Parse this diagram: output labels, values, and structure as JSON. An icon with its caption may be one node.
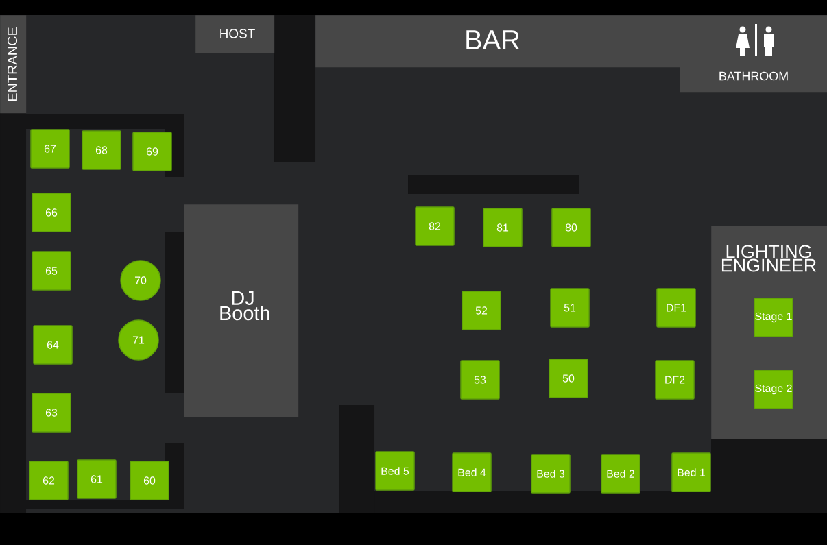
{
  "diagram": {
    "nodes": [
      {
        "text": [
          "ENTRANCE"
        ]
      },
      {
        "text": [
          "HOST"
        ]
      },
      {
        "text": [
          "BAR"
        ]
      },
      {
        "text": [
          "BATHROOM"
        ]
      },
      {
        "text": [
          "DJ Booth"
        ]
      },
      {
        "text": [
          "LIGHTING ENGINEER"
        ]
      },
      {
        "text": [
          "Stage 1"
        ],
        "in": 5
      },
      {
        "text": [
          "Stage 2"
        ],
        "in": 5
      },
      {
        "text": [
          "67"
        ]
      },
      {
        "text": [
          "68"
        ]
      },
      {
        "text": [
          "69"
        ]
      },
      {
        "text": [
          "66"
        ]
      },
      {
        "text": [
          "82"
        ]
      },
      {
        "text": [
          "81"
        ]
      },
      {
        "text": [
          "80"
        ]
      },
      {
        "text": [
          "65"
        ]
      },
      {
        "text": [
          "70"
        ]
      },
      {
        "text": [
          "52"
        ]
      },
      {
        "text": [
          "51"
        ]
      },
      {
        "text": [
          "DF1"
        ]
      },
      {
        "text": [
          "64"
        ]
      },
      {
        "text": [
          "71"
        ]
      },
      {
        "text": [
          "53"
        ]
      },
      {
        "text": [
          "50"
        ]
      },
      {
        "text": [
          "DF2"
        ]
      },
      {
        "text": [
          "63"
        ]
      },
      {
        "text": [
          "Bed 5"
        ]
      },
      {
        "text": [
          "Bed 4"
        ]
      },
      {
        "text": [
          "Bed 3"
        ]
      },
      {
        "text": [
          "Bed 2"
        ]
      },
      {
        "text": [
          "Bed 1"
        ]
      },
      {
        "text": [
          "62"
        ]
      },
      {
        "text": [
          "61"
        ]
      },
      {
        "text": [
          "60"
        ]
      }
    ],
    "edges": []
  }
}
